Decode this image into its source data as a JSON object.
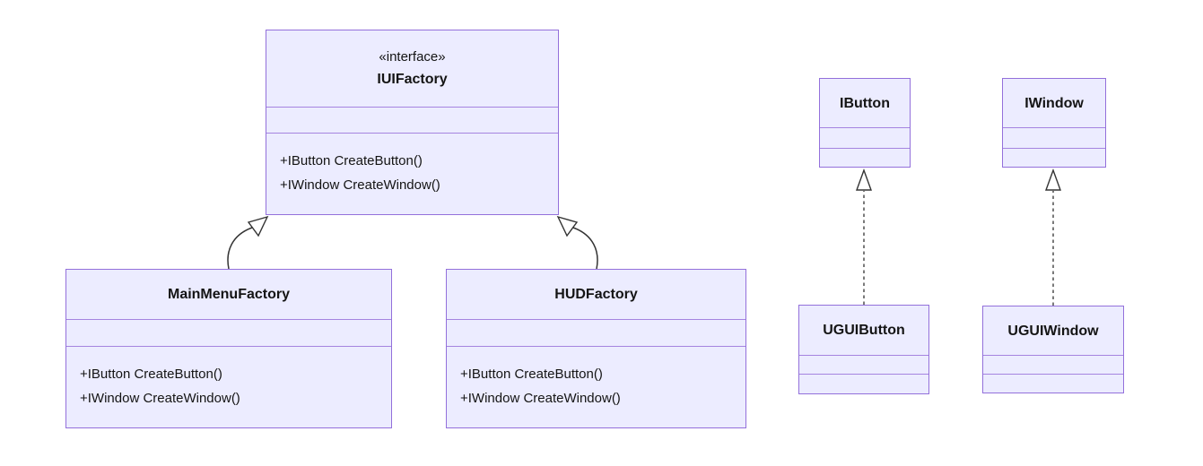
{
  "diagram": {
    "kind": "uml-class-diagram",
    "colors": {
      "node_fill": "#ECECFF",
      "node_border": "#9370DB",
      "divider": "#A584E0",
      "edge": "#333333",
      "text": "#141414"
    },
    "classes": [
      {
        "id": "IUIFactory",
        "stereotype": "«interface»",
        "name": "IUIFactory",
        "attributes": [],
        "methods": [
          "+IButton CreateButton()",
          "+IWindow CreateWindow()"
        ]
      },
      {
        "id": "MainMenuFactory",
        "name": "MainMenuFactory",
        "attributes": [],
        "methods": [
          "+IButton CreateButton()",
          "+IWindow CreateWindow()"
        ]
      },
      {
        "id": "HUDFactory",
        "name": "HUDFactory",
        "attributes": [],
        "methods": [
          "+IButton CreateButton()",
          "+IWindow CreateWindow()"
        ]
      },
      {
        "id": "IButton",
        "name": "IButton",
        "attributes": [],
        "methods": []
      },
      {
        "id": "IWindow",
        "name": "IWindow",
        "attributes": [],
        "methods": []
      },
      {
        "id": "UGUIButton",
        "name": "UGUIButton",
        "attributes": [],
        "methods": []
      },
      {
        "id": "UGUIWindow",
        "name": "UGUIWindow",
        "attributes": [],
        "methods": []
      }
    ],
    "relationships": [
      {
        "from": "MainMenuFactory",
        "to": "IUIFactory",
        "type": "inheritance",
        "line": "solid"
      },
      {
        "from": "HUDFactory",
        "to": "IUIFactory",
        "type": "inheritance",
        "line": "solid"
      },
      {
        "from": "UGUIButton",
        "to": "IButton",
        "type": "realization",
        "line": "dashed"
      },
      {
        "from": "UGUIWindow",
        "to": "IWindow",
        "type": "realization",
        "line": "dashed"
      }
    ]
  }
}
